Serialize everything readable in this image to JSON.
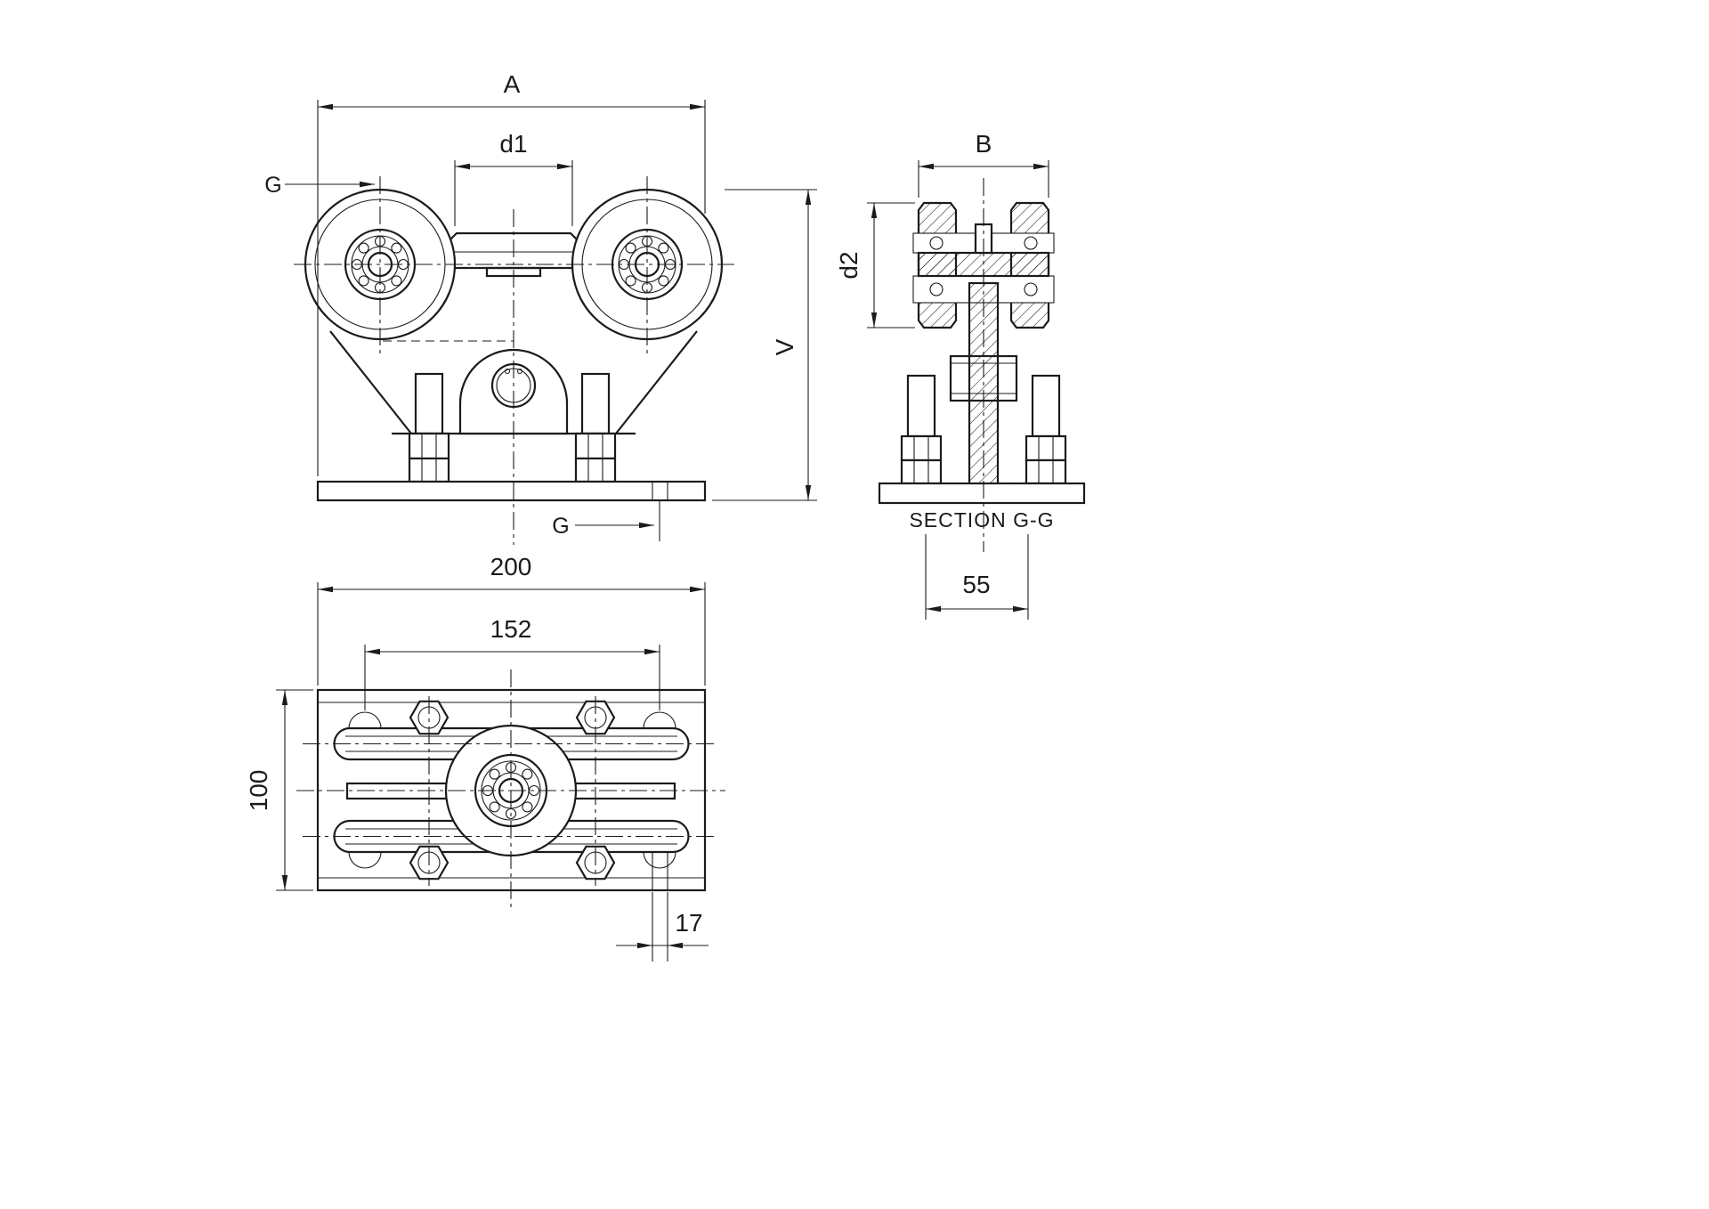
{
  "views": {
    "front": {
      "dim_A": "A",
      "dim_d1": "d1",
      "dim_V": "V",
      "section_cut_top": "G",
      "section_cut_bottom": "G"
    },
    "section": {
      "dim_B": "B",
      "dim_d2": "d2",
      "title": "SECTION G-G",
      "dim_55": "55"
    },
    "plan": {
      "dim_200": "200",
      "dim_152": "152",
      "dim_100": "100",
      "dim_17": "17"
    },
    "colors": {
      "line": "#1b1b1b",
      "background": "#ffffff"
    }
  }
}
